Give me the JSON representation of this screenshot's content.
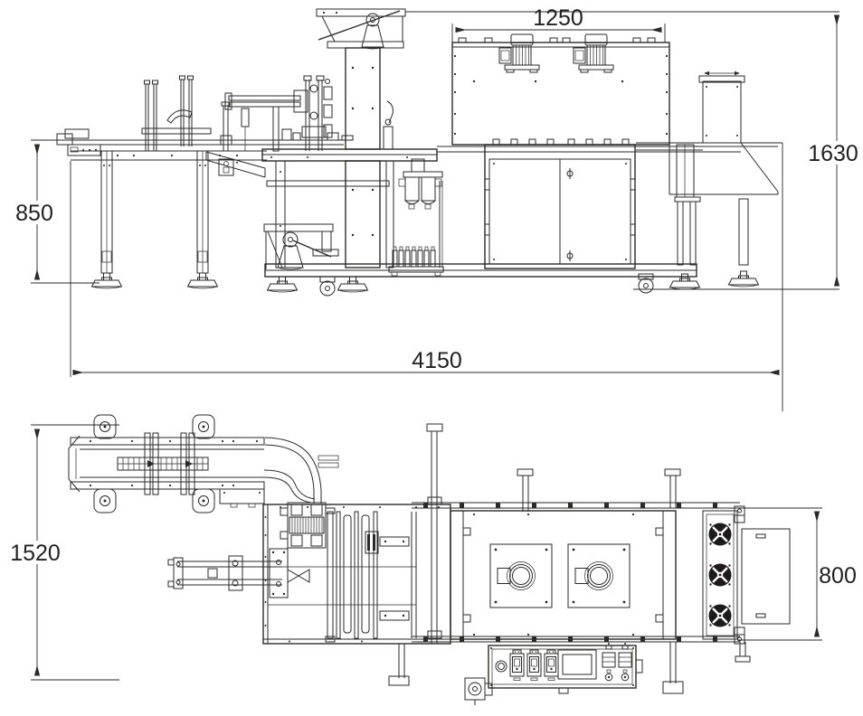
{
  "colors": {
    "line": "#2b2a29",
    "background": "#ffffff",
    "dimension_text": "#221f20"
  },
  "side_view": {
    "dim_tunnel_top": "1250",
    "dim_overall_height": "1630",
    "dim_conveyor_height": "850",
    "dim_overall_length": "4150"
  },
  "plan_view": {
    "dim_overall_depth": "1520",
    "dim_tunnel_depth": "800"
  }
}
